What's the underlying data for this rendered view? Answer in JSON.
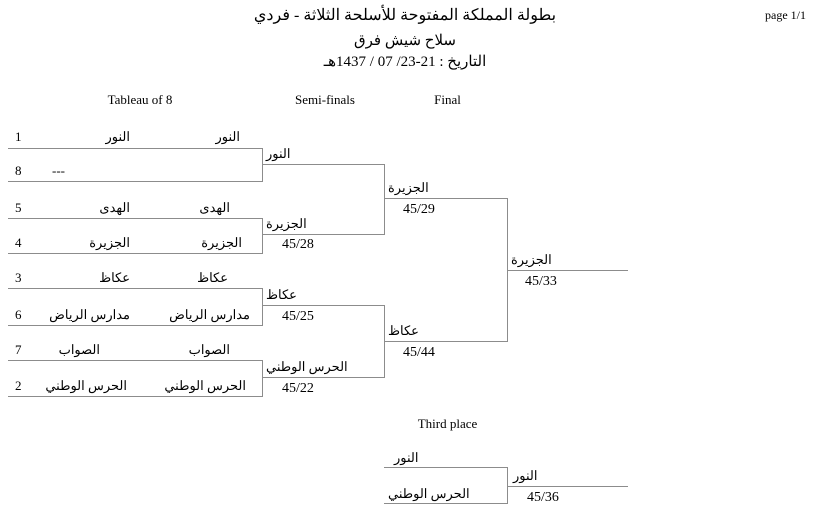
{
  "page_label": "page 1/1",
  "header": {
    "title": "بطولة المملكة المفتوحة للأسلحة الثلاثة - فردي",
    "subtitle": "سلاح شيش فرق",
    "date": "التاريخ : 21-23/ 07 / 1437هـ"
  },
  "rounds": {
    "tableau": "Tableau of 8",
    "semi": "Semi-finals",
    "final": "Final",
    "third": "Third place"
  },
  "tableau": [
    {
      "seed": "1",
      "name": "النور",
      "advance": "النور"
    },
    {
      "seed": "8",
      "name": "---",
      "advance": ""
    },
    {
      "seed": "5",
      "name": "الهدى",
      "advance": "الهدى"
    },
    {
      "seed": "4",
      "name": "الجزيرة",
      "advance": "الجزيرة"
    },
    {
      "seed": "3",
      "name": "عكاظ",
      "advance": "عكاظ"
    },
    {
      "seed": "6",
      "name": "مدارس الرياض",
      "advance": "مدارس الرياض"
    },
    {
      "seed": "7",
      "name": "الصواب",
      "advance": "الصواب"
    },
    {
      "seed": "2",
      "name": "الحرس الوطني",
      "advance": "الحرس الوطني"
    }
  ],
  "semis": [
    {
      "name": "النور",
      "score": ""
    },
    {
      "name": "الجزيرة",
      "score": "45/28"
    },
    {
      "name": "عكاظ",
      "score": "45/25"
    },
    {
      "name": "الحرس الوطني",
      "score": "45/22"
    }
  ],
  "finals": [
    {
      "name": "الجزيرة",
      "score": "45/29"
    },
    {
      "name": "عكاظ",
      "score": "45/44"
    }
  ],
  "champion": {
    "name": "الجزيرة",
    "score": "45/33"
  },
  "third_place": {
    "players": [
      "النور",
      "الحرس الوطني"
    ],
    "winner": "النور",
    "score": "45/36"
  }
}
